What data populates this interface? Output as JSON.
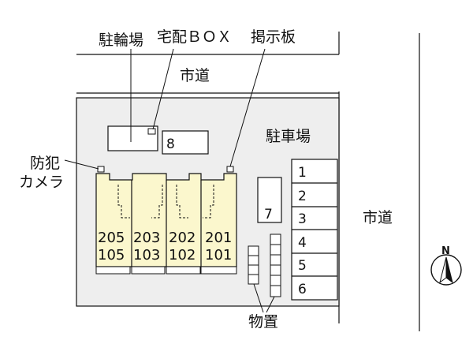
{
  "labels": {
    "bicycle_parking": "駐輪場",
    "delivery_box": "宅配ＢＯＸ",
    "notice_board": "掲示板",
    "city_road_top": "市道",
    "city_road_right": "市道",
    "parking": "駐車場",
    "security_camera_line1": "防犯",
    "security_camera_line2": "カメラ",
    "storage": "物置",
    "north": "N"
  },
  "parking_spaces": [
    "1",
    "2",
    "3",
    "4",
    "5",
    "6",
    "7",
    "8"
  ],
  "units": [
    {
      "upper": "205",
      "lower": "105"
    },
    {
      "upper": "203",
      "lower": "103"
    },
    {
      "upper": "202",
      "lower": "102"
    },
    {
      "upper": "201",
      "lower": "101"
    }
  ],
  "colors": {
    "site": "#eeeeee",
    "building": "#fbf7cd",
    "line": "#111111"
  }
}
